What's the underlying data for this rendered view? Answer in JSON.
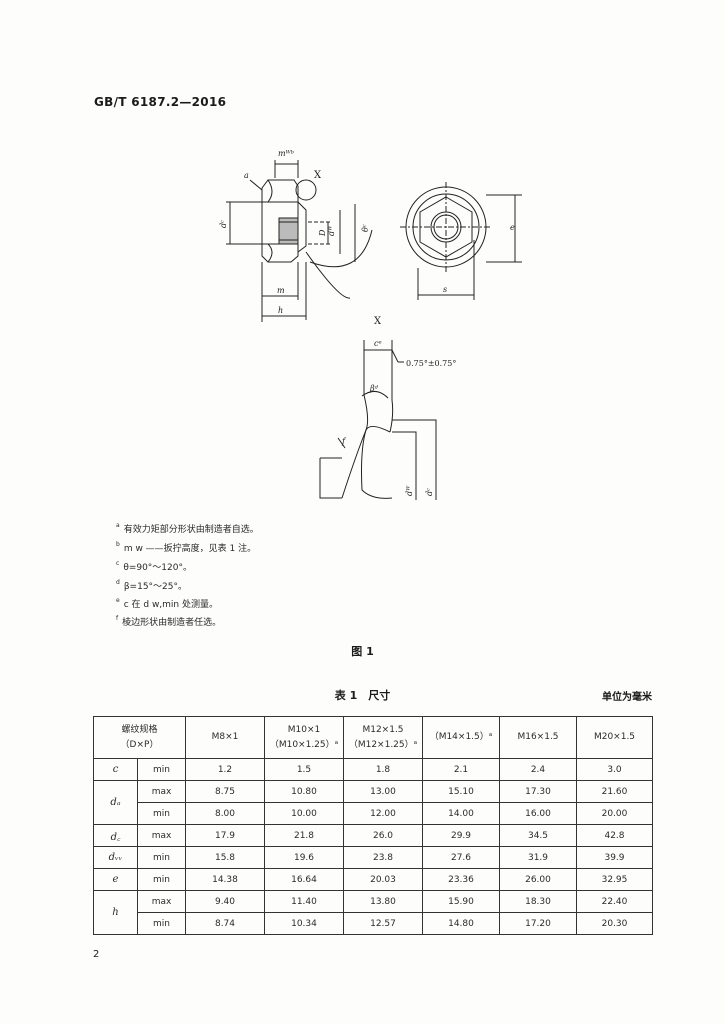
{
  "header": {
    "standard": "GB/T 6187.2—2016"
  },
  "figure": {
    "labels": {
      "a": "a",
      "mw": "mᵂᵇ",
      "X": "X",
      "dc": "dᶜ",
      "dw": "dᵂ",
      "D": "D",
      "theta": "θᶜ",
      "m": "m",
      "h": "h",
      "s": "s",
      "e": "e",
      "detail_title": "X",
      "cx": "cᵉ",
      "angle_note": "0.75°±0.75°",
      "beta": "βᵈ",
      "f": "f"
    },
    "notes": [
      {
        "mark": "a",
        "text": "有效力矩部分形状由制造者自选。"
      },
      {
        "mark": "b",
        "text": "m w ——扳拧高度，见表 1 注。"
      },
      {
        "mark": "c",
        "text": "θ=90°～120°。"
      },
      {
        "mark": "d",
        "text": "β=15°～25°。"
      },
      {
        "mark": "e",
        "text": "c 在 d w,min 处测量。"
      },
      {
        "mark": "f",
        "text": "棱边形状由制造者任选。"
      }
    ],
    "caption": "图 1"
  },
  "table": {
    "caption": "表 1　尺寸",
    "unit": "单位为毫米",
    "thread_label_line1": "螺纹规格",
    "thread_label_line2": "（D×P）",
    "columns": [
      {
        "line1": "M8×1",
        "line2": ""
      },
      {
        "line1": "M10×1",
        "line2": "（M10×1.25）ᵃ"
      },
      {
        "line1": "M12×1.5",
        "line2": "（M12×1.25）ᵃ"
      },
      {
        "line1": "（M14×1.5）ᵃ",
        "line2": ""
      },
      {
        "line1": "M16×1.5",
        "line2": ""
      },
      {
        "line1": "M20×1.5",
        "line2": ""
      }
    ],
    "rows": [
      {
        "sym": "c",
        "lim": "min",
        "vals": [
          "1.2",
          "1.5",
          "1.8",
          "2.1",
          "2.4",
          "3.0"
        ]
      },
      {
        "sym": "dₐ",
        "lim": "max",
        "vals": [
          "8.75",
          "10.80",
          "13.00",
          "15.10",
          "17.30",
          "21.60"
        ]
      },
      {
        "sym": "",
        "lim": "min",
        "vals": [
          "8.00",
          "10.00",
          "12.00",
          "14.00",
          "16.00",
          "20.00"
        ]
      },
      {
        "sym": "d꜀",
        "lim": "max",
        "vals": [
          "17.9",
          "21.8",
          "26.0",
          "29.9",
          "34.5",
          "42.8"
        ]
      },
      {
        "sym": "dᵥᵥ",
        "lim": "min",
        "vals": [
          "15.8",
          "19.6",
          "23.8",
          "27.6",
          "31.9",
          "39.9"
        ]
      },
      {
        "sym": "e",
        "lim": "min",
        "vals": [
          "14.38",
          "16.64",
          "20.03",
          "23.36",
          "26.00",
          "32.95"
        ]
      },
      {
        "sym": "h",
        "lim": "max",
        "vals": [
          "9.40",
          "11.40",
          "13.80",
          "15.90",
          "18.30",
          "22.40"
        ]
      },
      {
        "sym": "",
        "lim": "min",
        "vals": [
          "8.74",
          "10.34",
          "12.57",
          "14.80",
          "17.20",
          "20.30"
        ]
      }
    ]
  },
  "footer": {
    "page": "2"
  }
}
